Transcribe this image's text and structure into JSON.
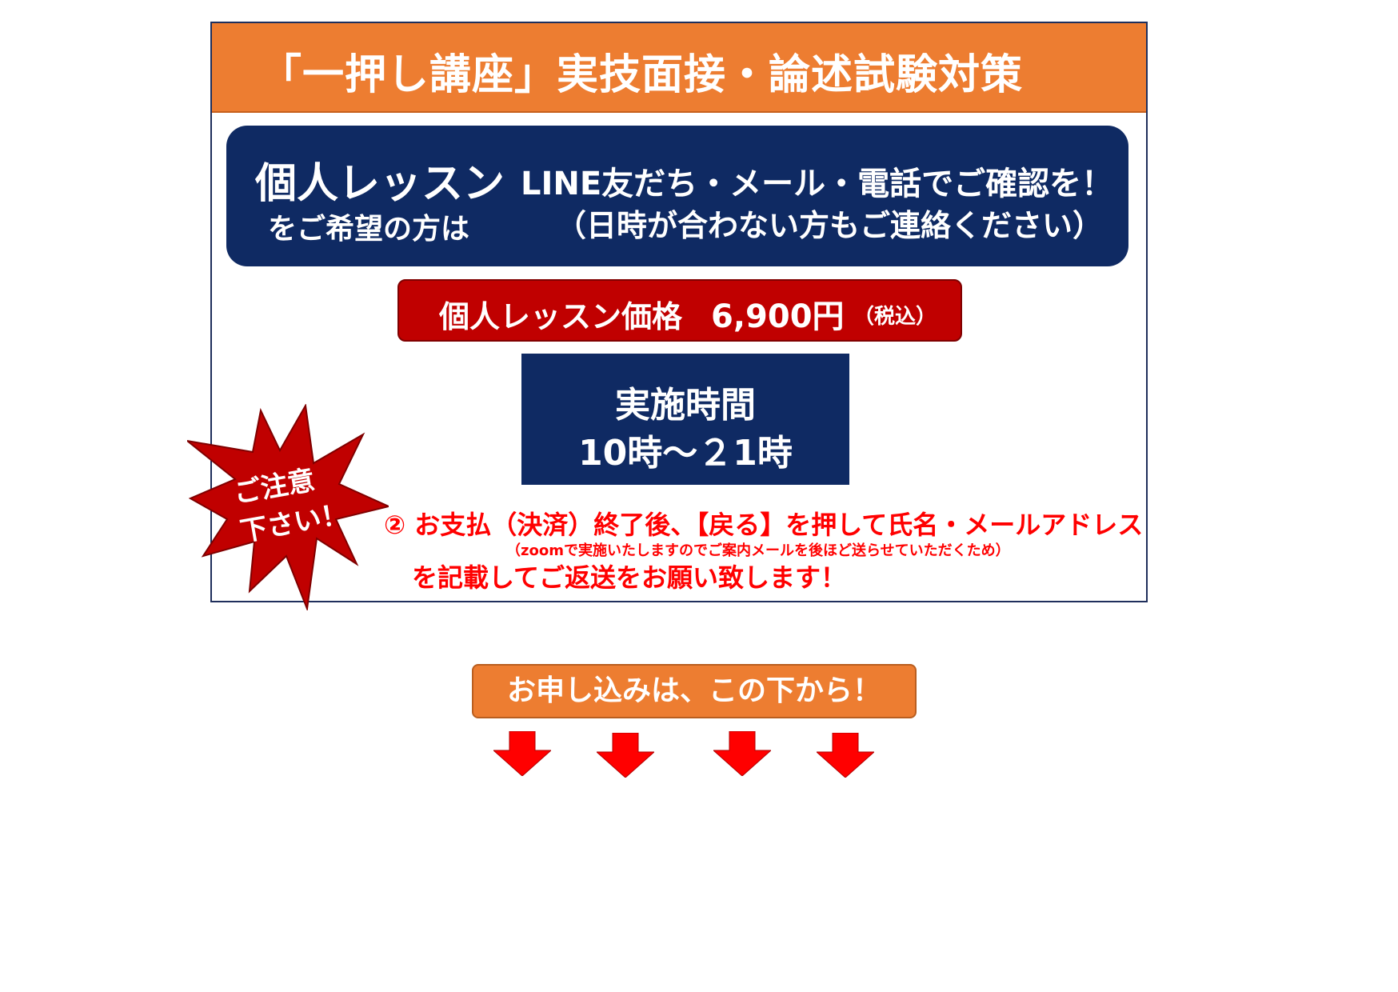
{
  "header": {
    "title": "「一押し講座」実技面接・論述試験対策"
  },
  "lesson_banner": {
    "left_line1": "個人レッスン",
    "left_line2": "をご希望の方は",
    "right_line1": "LINE友だち・メール・電話でご確認を！",
    "right_line2": "（日時が合わない方もご連絡ください）"
  },
  "price": {
    "label": "個人レッスン価格",
    "value": "6,900円",
    "tax": "（税込）"
  },
  "hours": {
    "title": "実施時間",
    "value": "10時～２1時"
  },
  "starburst": {
    "line1": "ご注意",
    "line2": "下さい！"
  },
  "notice": {
    "line1": "② お支払（決済）終了後、【戻る】を押して氏名・メールアドレス",
    "small": "（zoomで実施いたしますのでご案内メールを後ほど送らせていただくため）",
    "line2": "を記載してご返送をお願い致します！"
  },
  "apply": {
    "label": "お申し込みは、この下から！"
  },
  "icons": {
    "arrow": "down-arrow-icon",
    "starburst": "starburst-icon"
  },
  "colors": {
    "orange": "#ed7d31",
    "navy": "#0f2a63",
    "red": "#c00000",
    "alert_red": "#ff0000",
    "arrow_red": "#ff0000"
  }
}
